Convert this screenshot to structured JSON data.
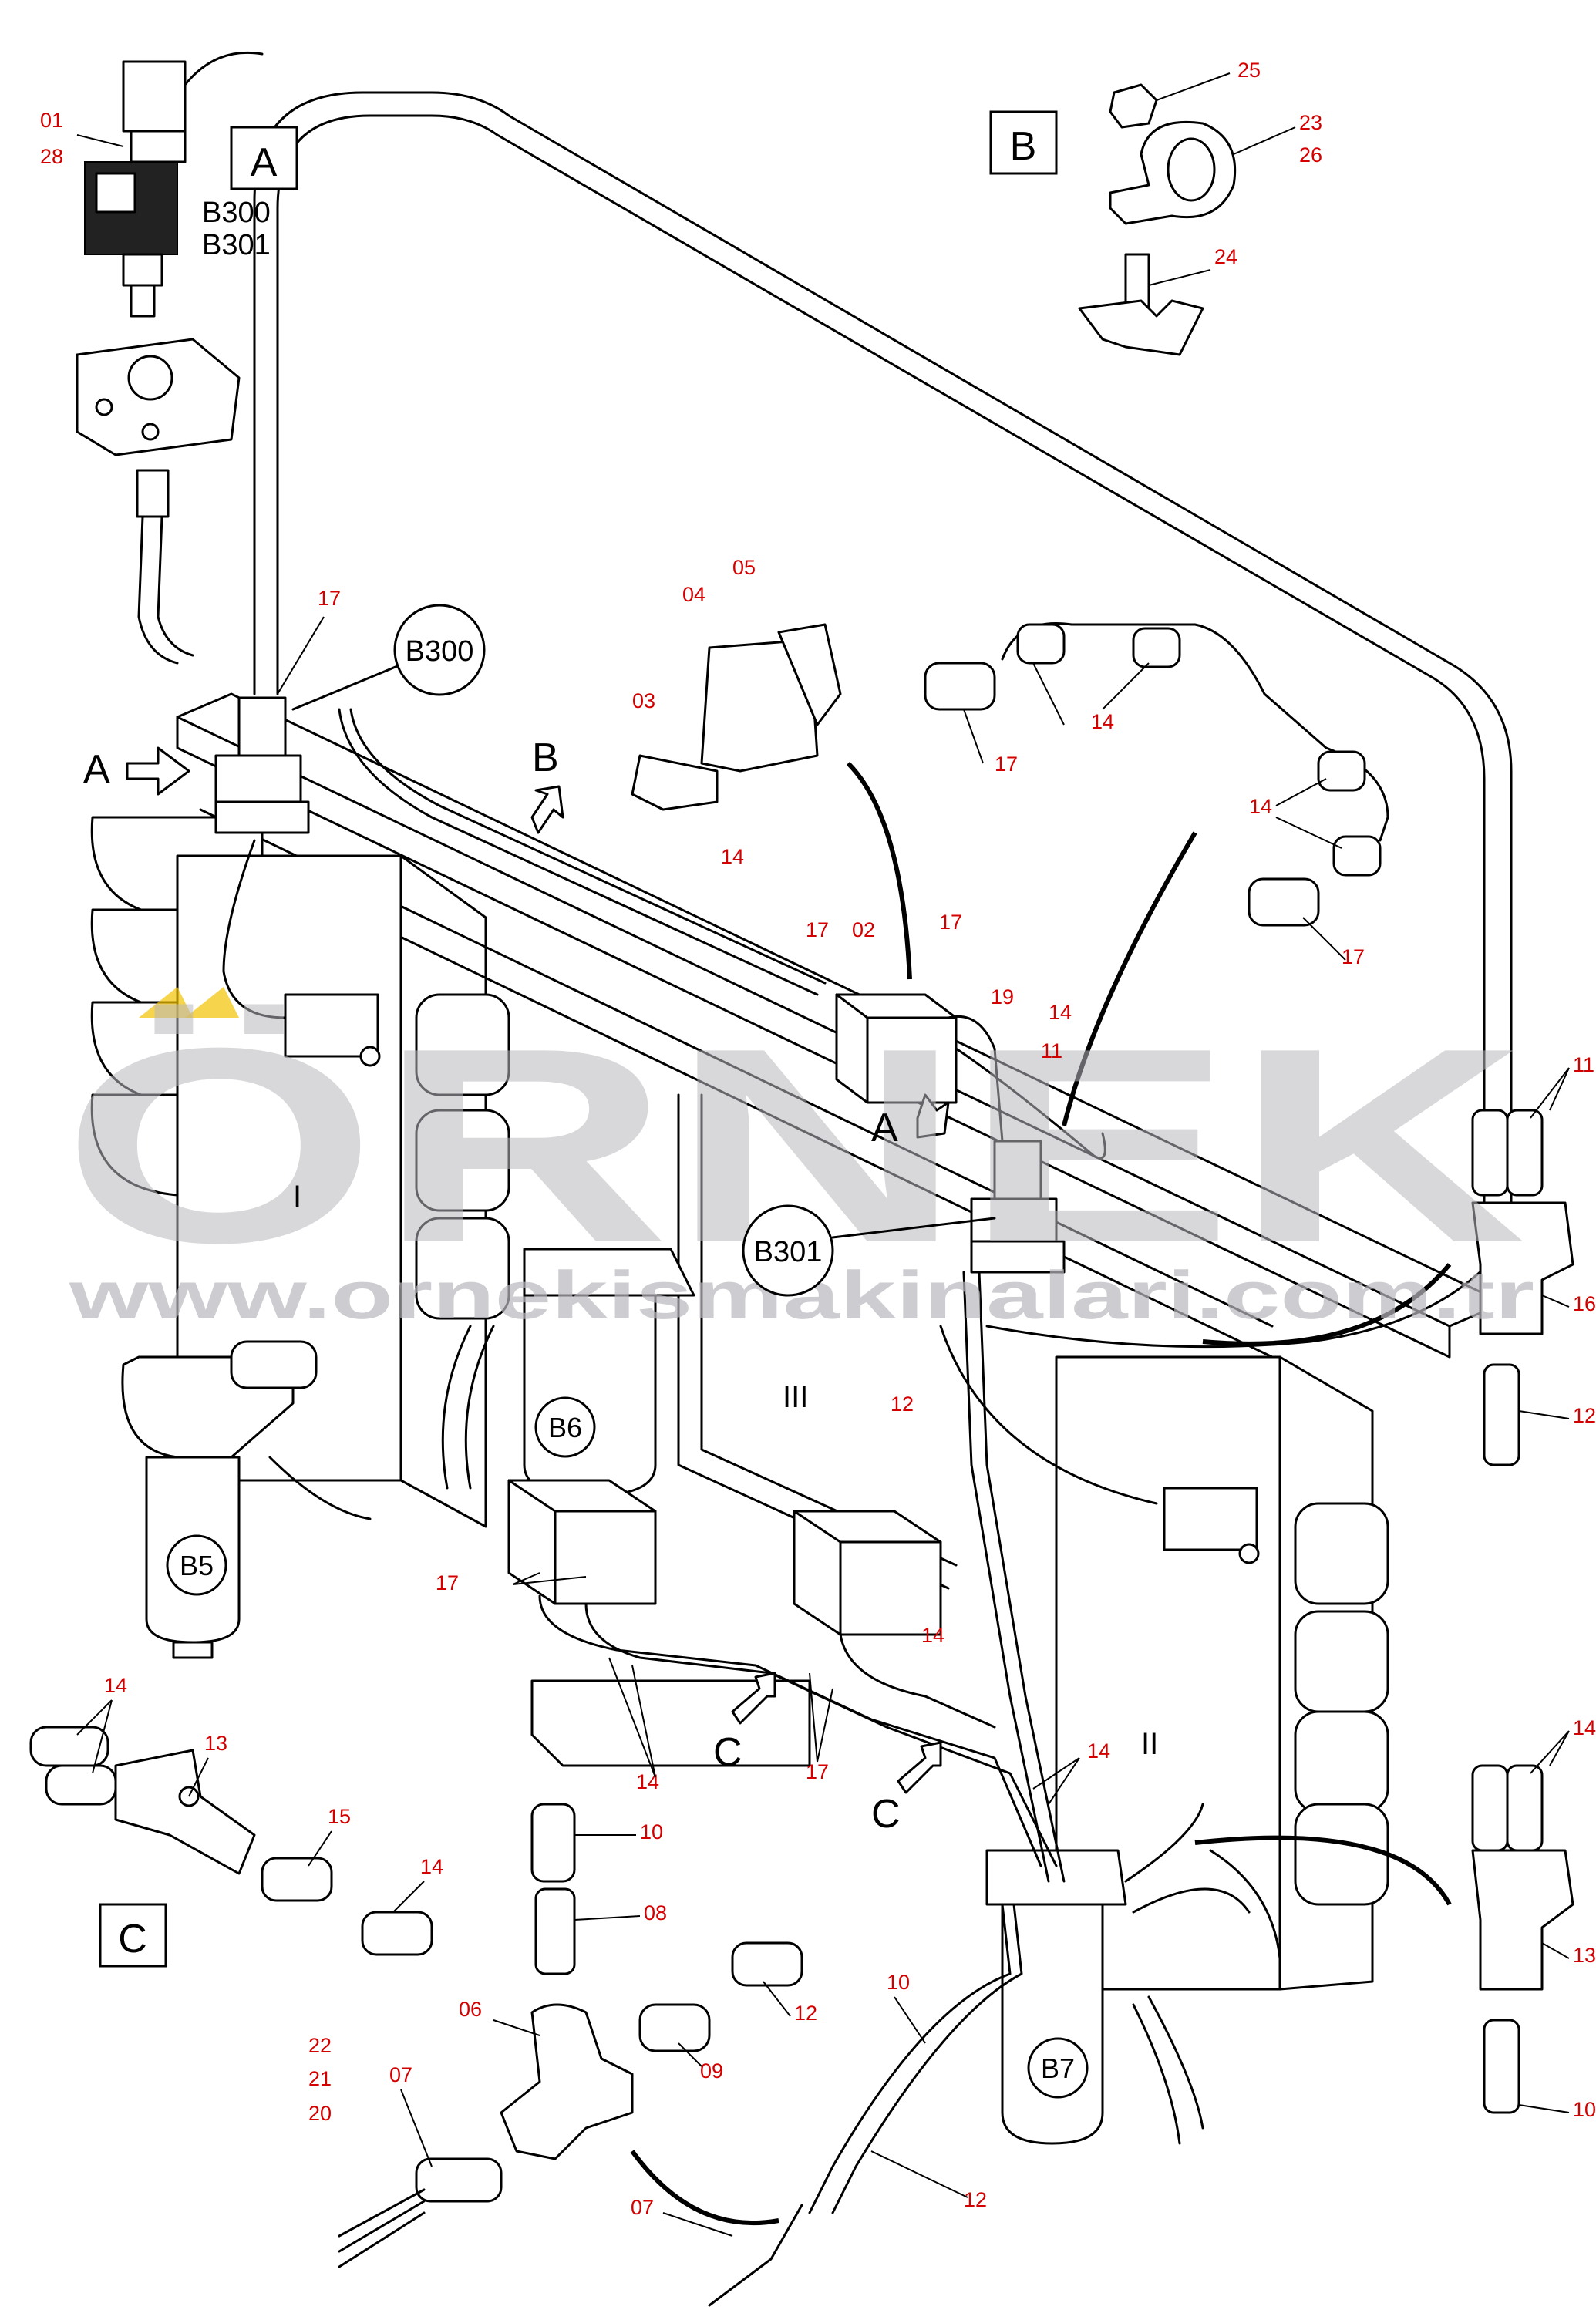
{
  "watermark": {
    "brand": "ÖRNEK",
    "url": "www.ornekismakinalari.com.tr"
  },
  "detail_boxes": {
    "a": "A",
    "b": "B",
    "c": "C"
  },
  "view_arrows": {
    "a": "A",
    "b": "B",
    "c": "C"
  },
  "sensors": {
    "b300": "B300",
    "b301": "B301"
  },
  "filters": {
    "b5": "B5",
    "b6": "B6",
    "b7": "B7"
  },
  "sections": {
    "one": "I",
    "two": "II",
    "three": "III"
  },
  "part_numbers": {
    "p01": "01",
    "p28": "28",
    "p02": "02",
    "p03": "03",
    "p04": "04",
    "p05": "05",
    "p06": "06",
    "p07": "07",
    "p08": "08",
    "p09": "09",
    "p10": "10",
    "p11": "11",
    "p12": "12",
    "p13": "13",
    "p14": "14",
    "p15": "15",
    "p16": "16",
    "p17": "17",
    "p19": "19",
    "p20": "20",
    "p21": "21",
    "p22": "22",
    "p23": "23",
    "p24": "24",
    "p25": "25",
    "p26": "26"
  },
  "colors": {
    "callout": "#d40000",
    "watermark": "#b9b7bd",
    "logo_accent": "#f2c200"
  }
}
